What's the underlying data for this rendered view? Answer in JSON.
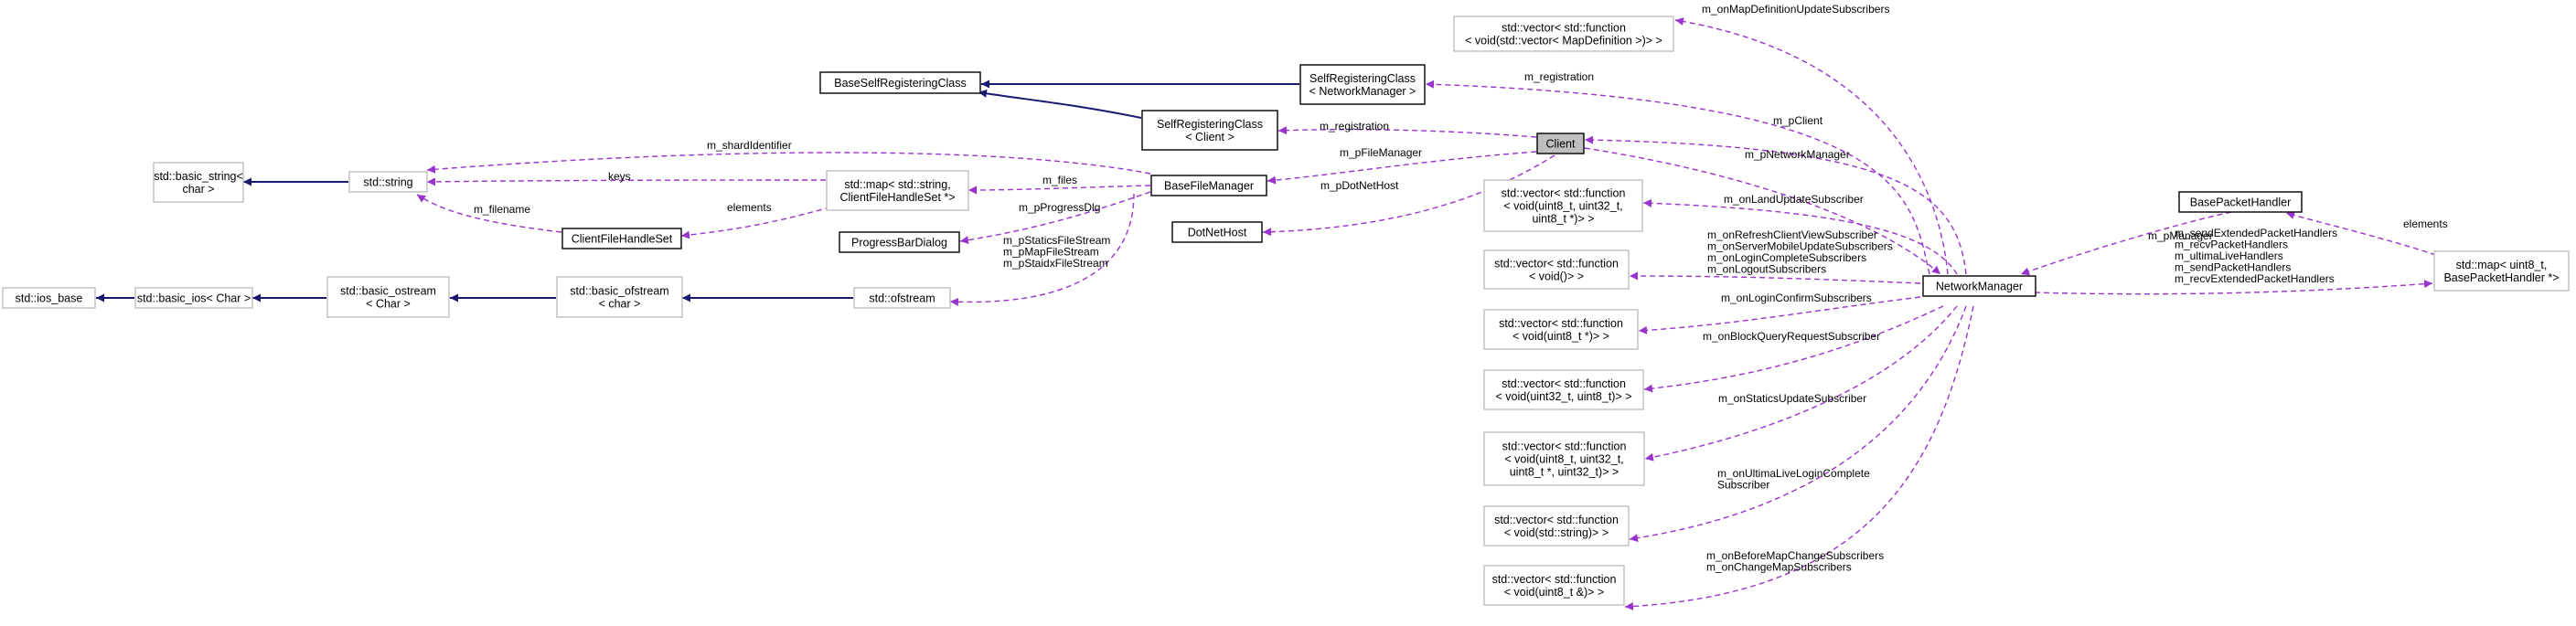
{
  "colors": {
    "inheritance": "#191970",
    "usage": "#9a32cd",
    "std_border": "#bfbfbf",
    "focus_fill": "#bfbfbf"
  },
  "nodes": {
    "std_ios_base": [
      "std::ios_base"
    ],
    "std_basic_ios": [
      "std::basic_ios< Char >"
    ],
    "std_basic_ostream": [
      "std::basic_ostream",
      "< Char >"
    ],
    "std_basic_ofstream": [
      "std::basic_ofstream",
      "< char >"
    ],
    "std_ofstream": [
      "std::ofstream"
    ],
    "std_basic_string": [
      "std::basic_string<",
      "char >"
    ],
    "std_string": [
      "std::string"
    ],
    "client_file_handle_set": [
      "ClientFileHandleSet"
    ],
    "std_map_string_cfhs": [
      "std::map< std::string,",
      "ClientFileHandleSet *>"
    ],
    "base_self_registering": [
      "BaseSelfRegisteringClass"
    ],
    "self_registering_client": [
      "SelfRegisteringClass",
      "< Client >"
    ],
    "self_registering_nm": [
      "SelfRegisteringClass",
      "< NetworkManager >"
    ],
    "base_file_manager": [
      "BaseFileManager"
    ],
    "progress_bar_dialog": [
      "ProgressBarDialog"
    ],
    "client": [
      "Client"
    ],
    "dotnet_host": [
      "DotNetHost"
    ],
    "vec_map_definition": [
      "std::vector< std::function",
      "< void(std::vector< MapDefinition >)> >"
    ],
    "vec_land_update": [
      "std::vector< std::function",
      "< void(uint8_t, uint32_t,",
      "uint8_t *)> >"
    ],
    "vec_void": [
      "std::vector< std::function",
      "< void()> >"
    ],
    "vec_uint8_ptr": [
      "std::vector< std::function",
      "< void(uint8_t *)> >"
    ],
    "vec_uint32_uint8": [
      "std::vector< std::function",
      "< void(uint32_t, uint8_t)> >"
    ],
    "vec_statics_update": [
      "std::vector< std::function",
      "< void(uint8_t, uint32_t,",
      "uint8_t *, uint32_t)> >"
    ],
    "vec_string": [
      "std::vector< std::function",
      "< void(std::string)> >"
    ],
    "vec_uint8_ref": [
      "std::vector< std::function",
      "< void(uint8_t &)> >"
    ],
    "network_manager": [
      "NetworkManager"
    ],
    "base_packet_handler": [
      "BasePacketHandler"
    ],
    "std_map_packet_handler": [
      "std::map< uint8_t,",
      "BasePacketHandler *>"
    ]
  },
  "edge_labels": {
    "m_onMapDefinitionUpdateSubscribers": [
      "m_onMapDefinitionUpdateSubscribers"
    ],
    "m_registration_nm": [
      "m_registration"
    ],
    "m_registration_client": [
      "m_registration"
    ],
    "m_pClient": [
      "m_pClient"
    ],
    "m_pNetworkManager": [
      "m_pNetworkManager"
    ],
    "m_pFileManager": [
      "m_pFileManager"
    ],
    "m_pDotNetHost": [
      "m_pDotNetHost"
    ],
    "m_shardIdentifier": [
      "m_shardIdentifier"
    ],
    "keys": [
      "keys"
    ],
    "m_files": [
      "m_files"
    ],
    "m_filename": [
      "m_filename"
    ],
    "elements_cfhs": [
      "elements"
    ],
    "m_pProgressDlg": [
      "m_pProgressDlg"
    ],
    "file_streams": [
      "m_pStaticsFileStream",
      "m_pMapFileStream",
      "m_pStaidxFileStream"
    ],
    "m_onLandUpdateSubscriber": [
      "m_onLandUpdateSubscriber"
    ],
    "void_subscribers": [
      "m_onRefreshClientViewSubscriber",
      "m_onServerMobileUpdateSubscribers",
      "m_onLoginCompleteSubscribers",
      "m_onLogoutSubscribers"
    ],
    "m_onLoginConfirmSubscribers": [
      "m_onLoginConfirmSubscribers"
    ],
    "m_onBlockQueryRequestSubscriber": [
      "m_onBlockQueryRequestSubscriber"
    ],
    "m_onStaticsUpdateSubscriber": [
      "m_onStaticsUpdateSubscriber"
    ],
    "m_onUltimaLiveLoginComplete": [
      "m_onUltimaLiveLoginComplete",
      "Subscriber"
    ],
    "map_change_subscribers": [
      "m_onBeforeMapChangeSubscribers",
      "m_onChangeMapSubscribers"
    ],
    "m_pManager": [
      "m_pManager"
    ],
    "packet_handlers": [
      "m_sendExtendedPacketHandlers",
      "m_recvPacketHandlers",
      "m_ultimaLiveHandlers",
      "m_sendPacketHandlers",
      "m_recvExtendedPacketHandlers"
    ],
    "elements_bph": [
      "elements"
    ]
  }
}
